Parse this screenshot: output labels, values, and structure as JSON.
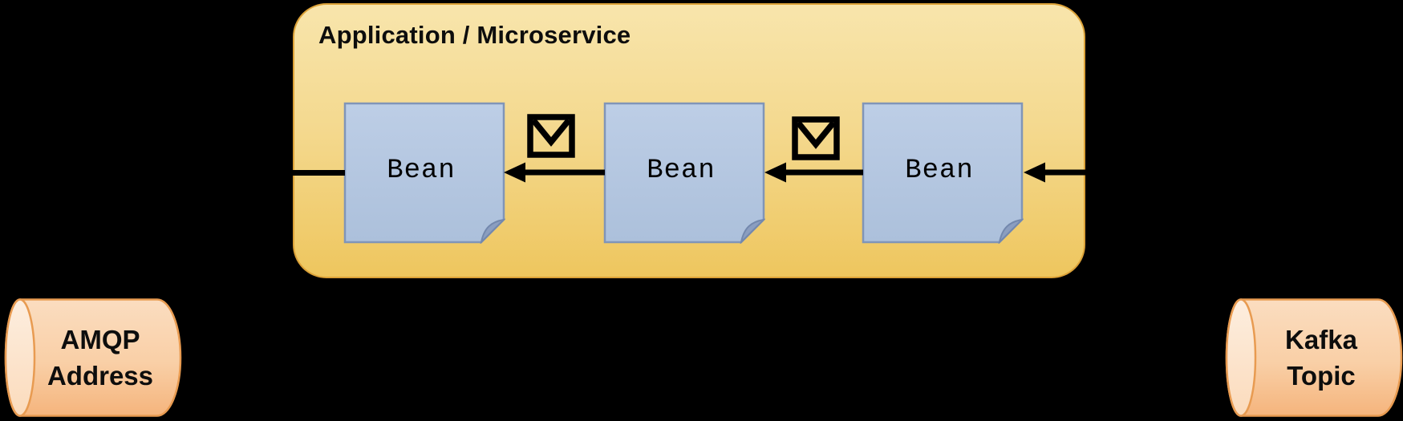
{
  "diagram": {
    "background_color": "#000000",
    "application": {
      "title": "Application / Microservice",
      "fill_top": "#F8E5AC",
      "fill_bottom": "#EEC65E",
      "border_color": "#DCA238",
      "beans": [
        {
          "label": "Bean"
        },
        {
          "label": "Bean"
        },
        {
          "label": "Bean"
        }
      ],
      "bean_fill_top": "#BCCDE5",
      "bean_fill_bottom": "#ADC1DB",
      "bean_border": "#8095B8",
      "bean_fold": "#8B9EC0"
    },
    "flow": {
      "direction": "right-to-left",
      "message_icon": "envelope-icon",
      "line_color": "#000000"
    },
    "endpoints": [
      {
        "id": "amqp-address",
        "lines": [
          "AMQP",
          "Address"
        ]
      },
      {
        "id": "kafka-topic",
        "lines": [
          "Kafka",
          "Topic"
        ]
      }
    ],
    "endpoint_colors": {
      "body_top": "#FBDCBE",
      "body_bottom": "#F5B47C",
      "cap": "#FDEAD6",
      "border": "#E89B51"
    }
  }
}
